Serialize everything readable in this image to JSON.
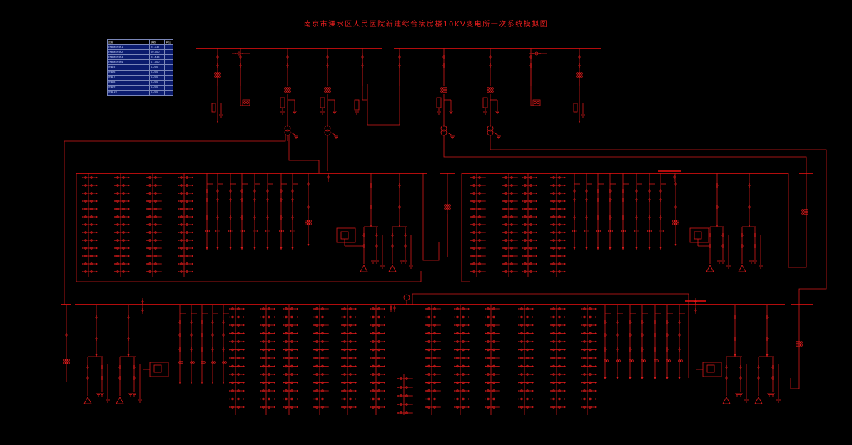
{
  "title": "南京市溧水区人民医院新建综合病房楼10KV变电所一次系统模拟图",
  "meter_table": {
    "headers": [
      "回路",
      "读数",
      "单位"
    ],
    "rows": [
      [
        "环网柜进线1",
        "24.137",
        ""
      ],
      [
        "环网柜进线2",
        "00.000",
        ""
      ],
      [
        "环网柜进线3",
        "24.633",
        ""
      ],
      [
        "环网柜进线4",
        "01.000",
        ""
      ],
      [
        "回路5",
        "0.000",
        ""
      ],
      [
        "回路6",
        "0.000",
        ""
      ],
      [
        "回路7",
        "0.000",
        ""
      ],
      [
        "回路8",
        "0.000",
        ""
      ],
      [
        "回路9",
        "0.000",
        ""
      ],
      [
        "回路10",
        "0.000",
        ""
      ]
    ]
  },
  "colors": {
    "line": "#d61a1a",
    "background": "#000000",
    "table_fill": "#0b1b6e"
  }
}
